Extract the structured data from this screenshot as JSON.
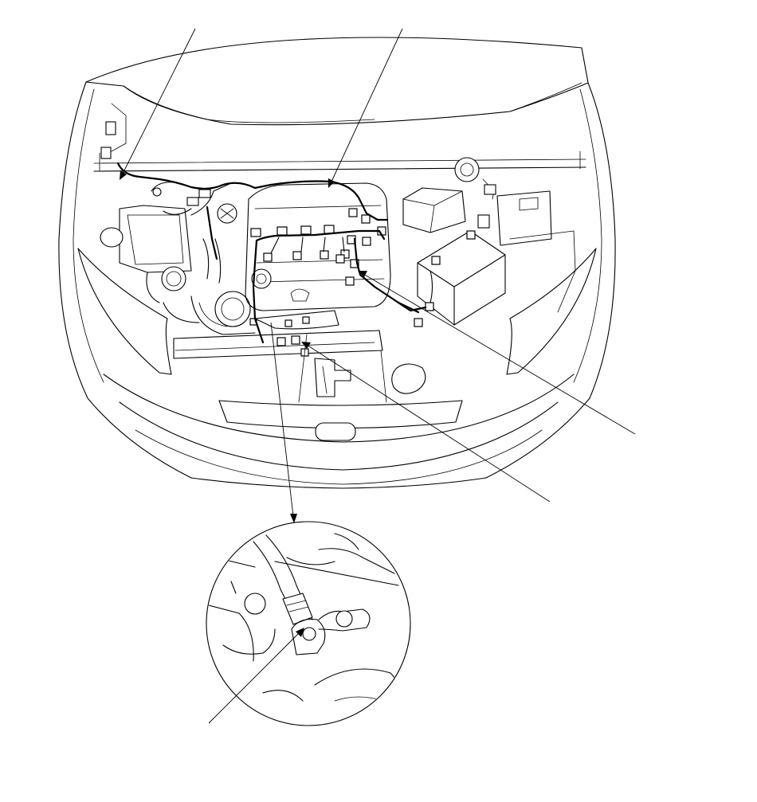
{
  "figure": {
    "description_labels": [],
    "stroke_color": "#000000",
    "background_color": "#ffffff"
  },
  "leaders": [
    {
      "id": "leader-left-ground"
    },
    {
      "id": "leader-harness-top"
    },
    {
      "id": "leader-right-connector"
    },
    {
      "id": "leader-lower-connector"
    },
    {
      "id": "leader-to-detail"
    },
    {
      "id": "leader-detail-connector"
    }
  ]
}
